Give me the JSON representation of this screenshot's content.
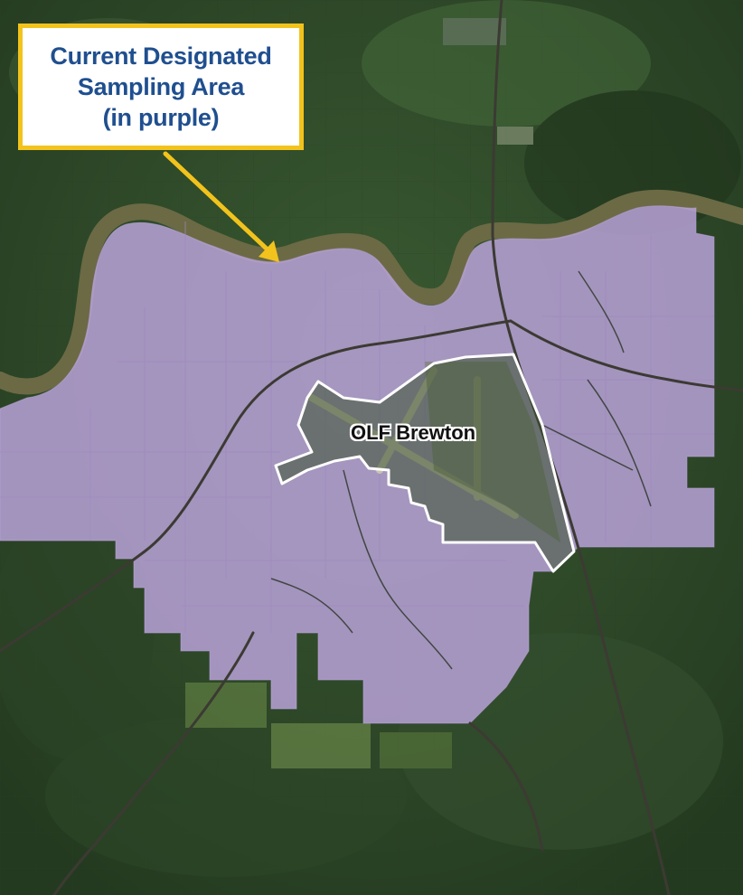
{
  "callout": {
    "lines": [
      "Current Designated",
      "Sampling Area",
      "(in purple)"
    ]
  },
  "map": {
    "airfield_label": "OLF Brewton"
  },
  "colors": {
    "sampling_area": "#b8a2d8",
    "callout_border": "#f2c31c",
    "callout_text": "#1f4f8f",
    "arrow": "#f2c31c",
    "boundary": "#ffffff",
    "river": "#6b6a45",
    "terrain": "#2f4a2a"
  },
  "legend_meaning": {
    "sampling_area_color": "purple"
  }
}
